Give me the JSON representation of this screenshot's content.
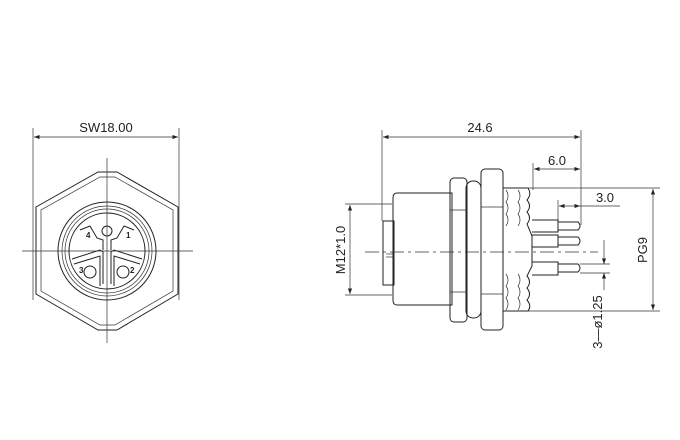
{
  "front_view": {
    "width_dimension": "SW18.00",
    "pin_labels": [
      "1",
      "2",
      "3",
      "4"
    ]
  },
  "side_view": {
    "overall_length": "24.6",
    "pin_section_length": "6.0",
    "pin_tip_length": "3.0",
    "thread_rear": "PG9",
    "thread_front": "M12*1.0",
    "pin_diameter": "3—ø1.25"
  }
}
